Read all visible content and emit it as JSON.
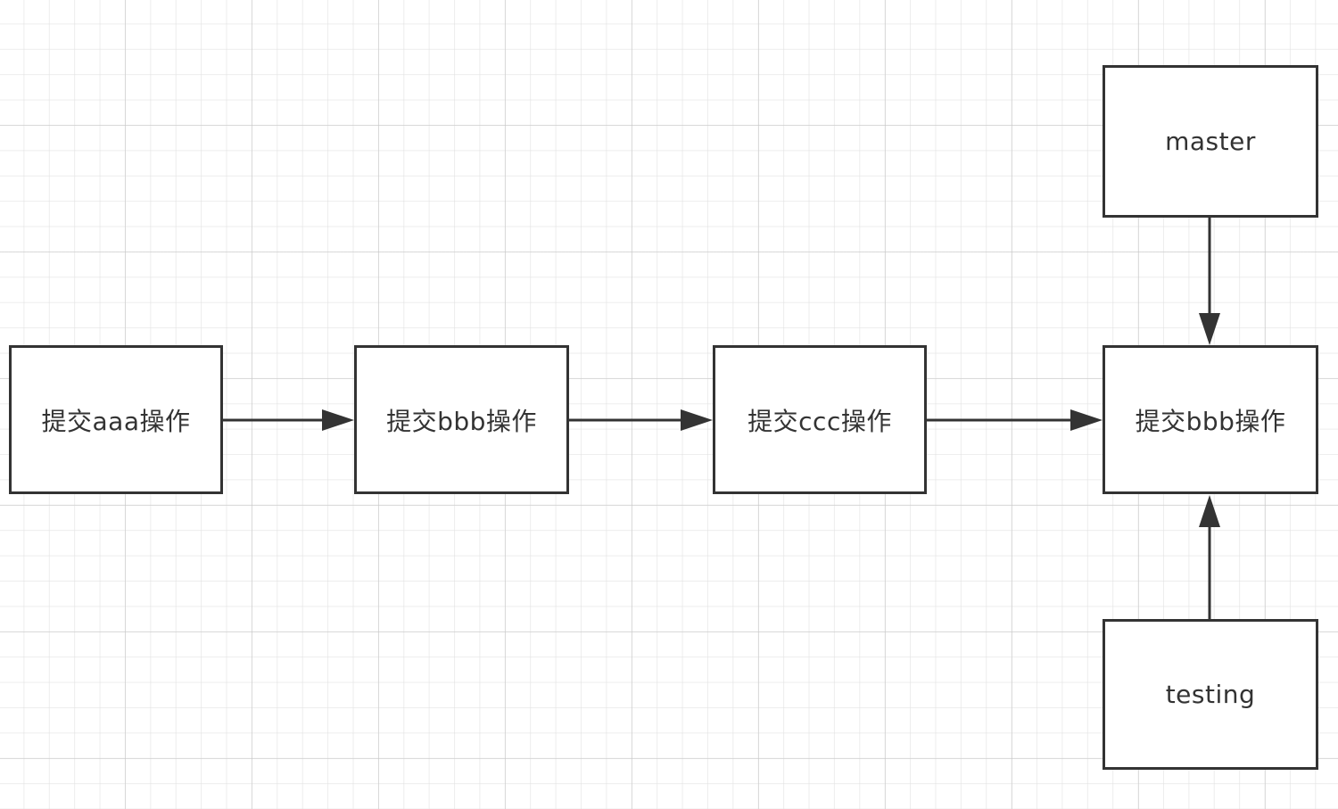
{
  "diagram": {
    "nodes": {
      "commit_aaa": "提交aaa操作",
      "commit_bbb_1": "提交bbb操作",
      "commit_ccc": "提交ccc操作",
      "commit_bbb_2": "提交bbb操作",
      "branch_master": "master",
      "branch_testing": "testing"
    },
    "edges": [
      {
        "from": "commit_aaa",
        "to": "commit_bbb_1"
      },
      {
        "from": "commit_bbb_1",
        "to": "commit_ccc"
      },
      {
        "from": "commit_ccc",
        "to": "commit_bbb_2"
      },
      {
        "from": "branch_master",
        "to": "commit_bbb_2"
      },
      {
        "from": "branch_testing",
        "to": "commit_bbb_2"
      }
    ],
    "colors": {
      "stroke": "#333333",
      "grid": "#c8c8c8",
      "background": "#ffffff"
    }
  }
}
